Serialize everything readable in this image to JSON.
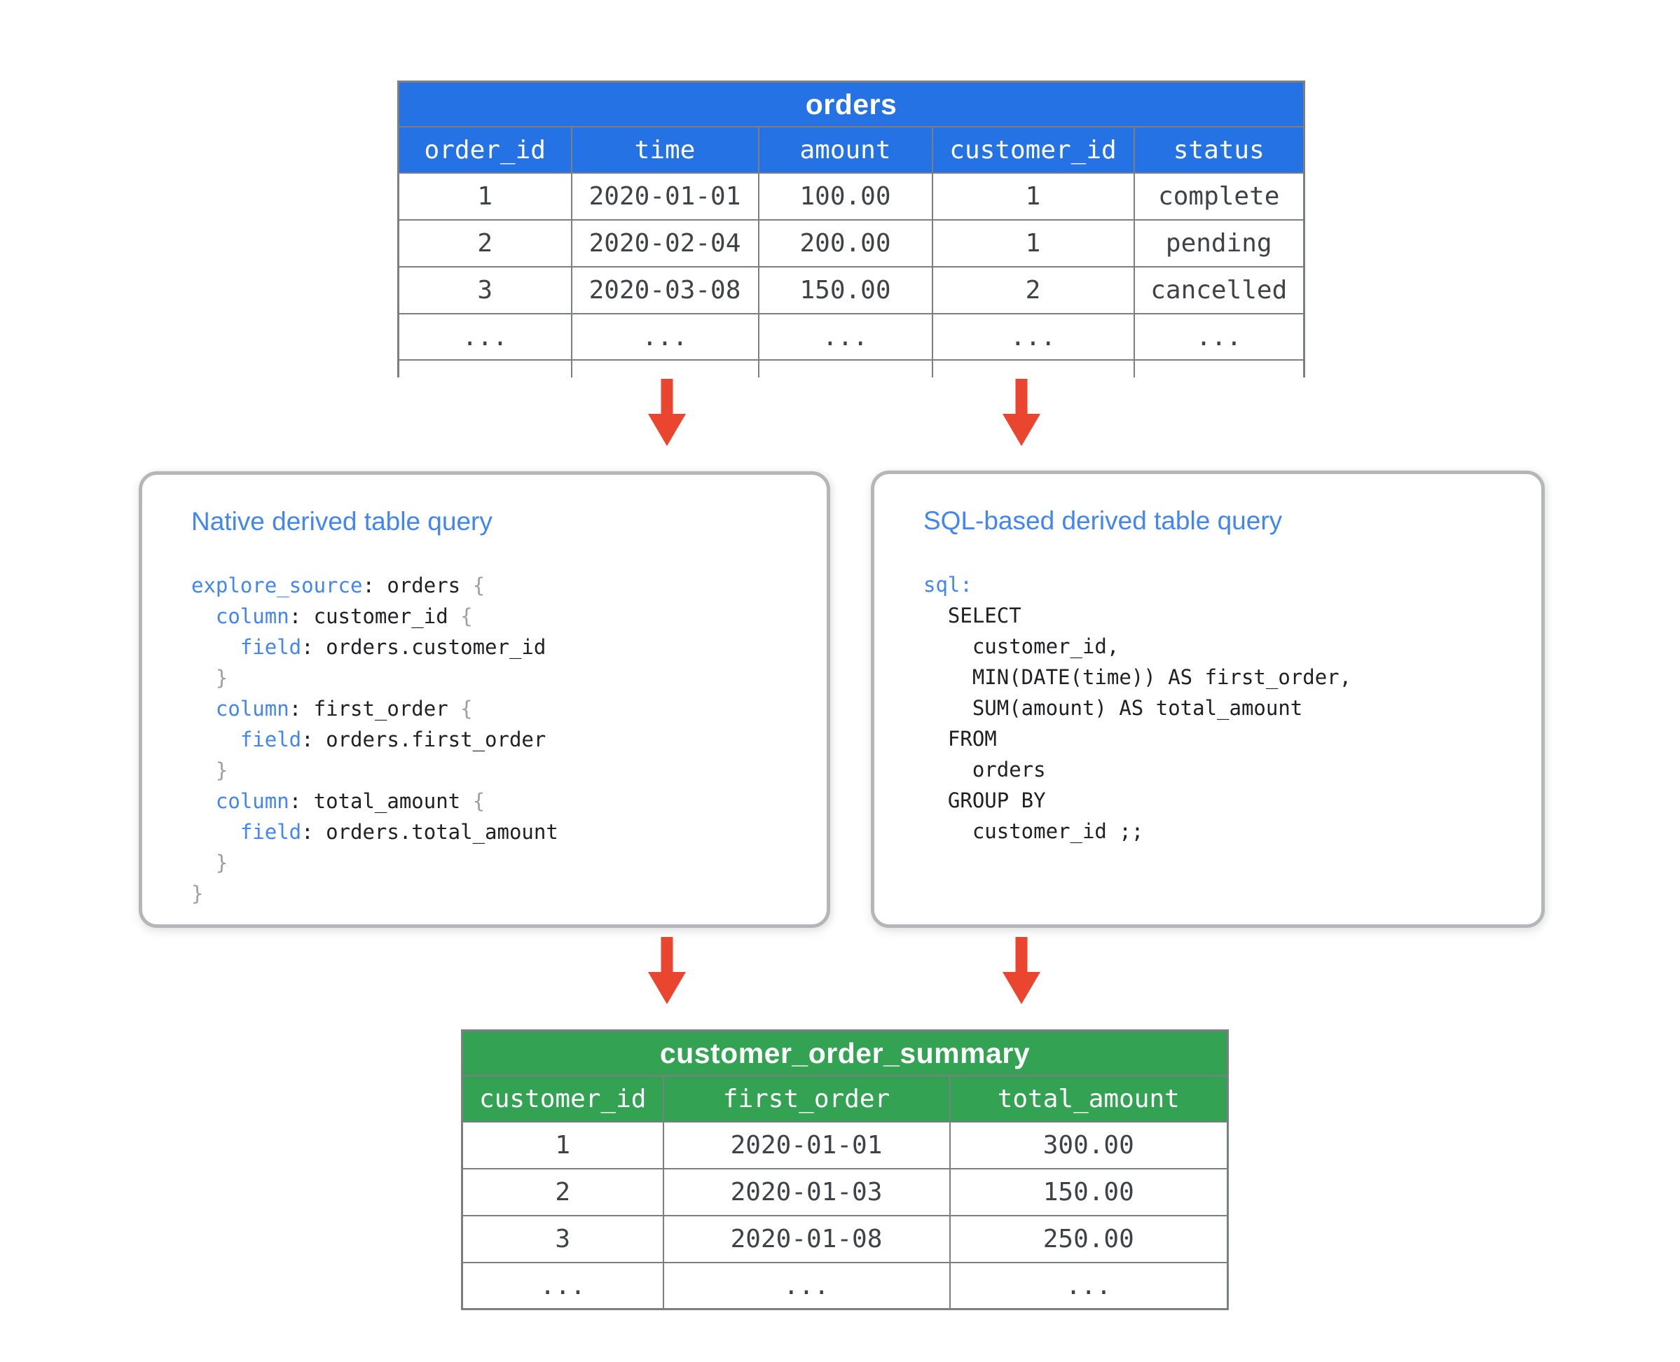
{
  "colors": {
    "table_header_blue": "#2572e4",
    "table_header_green": "#33a353",
    "arrow_red": "#e9452f",
    "box_border_gray": "#b4b6b8",
    "grid_gray": "#7b7f83",
    "box_title_blue": "#4285f4",
    "code_keyword_blue": "#4285f4",
    "code_brace_gray": "#9aa0a6",
    "code_text": "#202124",
    "cell_text": "#3f4347"
  },
  "orders_table": {
    "title": "orders",
    "columns": [
      "order_id",
      "time",
      "amount",
      "customer_id",
      "status"
    ],
    "rows": [
      [
        "1",
        "2020-01-01",
        "100.00",
        "1",
        "complete"
      ],
      [
        "2",
        "2020-02-04",
        "200.00",
        "1",
        "pending"
      ],
      [
        "3",
        "2020-03-08",
        "150.00",
        "2",
        "cancelled"
      ],
      [
        "...",
        "...",
        "...",
        "...",
        "..."
      ]
    ],
    "truncated_bottom": true
  },
  "native_query_box": {
    "title": "Native derived table query",
    "code": [
      [
        [
          "k",
          "explore_source"
        ],
        [
          "p",
          ": orders "
        ],
        [
          "b",
          "{"
        ]
      ],
      [
        [
          "p",
          "  "
        ],
        [
          "k",
          "column"
        ],
        [
          "p",
          ": customer_id "
        ],
        [
          "b",
          "{"
        ]
      ],
      [
        [
          "p",
          "    "
        ],
        [
          "k",
          "field"
        ],
        [
          "p",
          ": orders.customer_id"
        ]
      ],
      [
        [
          "p",
          "  "
        ],
        [
          "b",
          "}"
        ]
      ],
      [
        [
          "p",
          "  "
        ],
        [
          "k",
          "column"
        ],
        [
          "p",
          ": first_order "
        ],
        [
          "b",
          "{"
        ]
      ],
      [
        [
          "p",
          "    "
        ],
        [
          "k",
          "field"
        ],
        [
          "p",
          ": orders.first_order"
        ]
      ],
      [
        [
          "p",
          "  "
        ],
        [
          "b",
          "}"
        ]
      ],
      [
        [
          "p",
          "  "
        ],
        [
          "k",
          "column"
        ],
        [
          "p",
          ": total_amount "
        ],
        [
          "b",
          "{"
        ]
      ],
      [
        [
          "p",
          "    "
        ],
        [
          "k",
          "field"
        ],
        [
          "p",
          ": orders.total_amount"
        ]
      ],
      [
        [
          "p",
          "  "
        ],
        [
          "b",
          "}"
        ]
      ],
      [
        [
          "b",
          "}"
        ]
      ]
    ]
  },
  "sql_query_box": {
    "title": "SQL-based derived table query",
    "code": [
      [
        [
          "k",
          "sql:"
        ]
      ],
      [
        [
          "p",
          "  SELECT"
        ]
      ],
      [
        [
          "p",
          "    customer_id,"
        ]
      ],
      [
        [
          "p",
          "    MIN(DATE(time)) AS first_order,"
        ]
      ],
      [
        [
          "p",
          "    SUM(amount) AS total_amount"
        ]
      ],
      [
        [
          "p",
          "  FROM"
        ]
      ],
      [
        [
          "p",
          "    orders"
        ]
      ],
      [
        [
          "p",
          "  GROUP BY"
        ]
      ],
      [
        [
          "p",
          "    customer_id ;;"
        ]
      ]
    ]
  },
  "summary_table": {
    "title": "customer_order_summary",
    "columns": [
      "customer_id",
      "first_order",
      "total_amount"
    ],
    "rows": [
      [
        "1",
        "2020-01-01",
        "300.00"
      ],
      [
        "2",
        "2020-01-03",
        "150.00"
      ],
      [
        "3",
        "2020-01-08",
        "250.00"
      ],
      [
        "...",
        "...",
        "..."
      ]
    ],
    "truncated_bottom": false
  }
}
